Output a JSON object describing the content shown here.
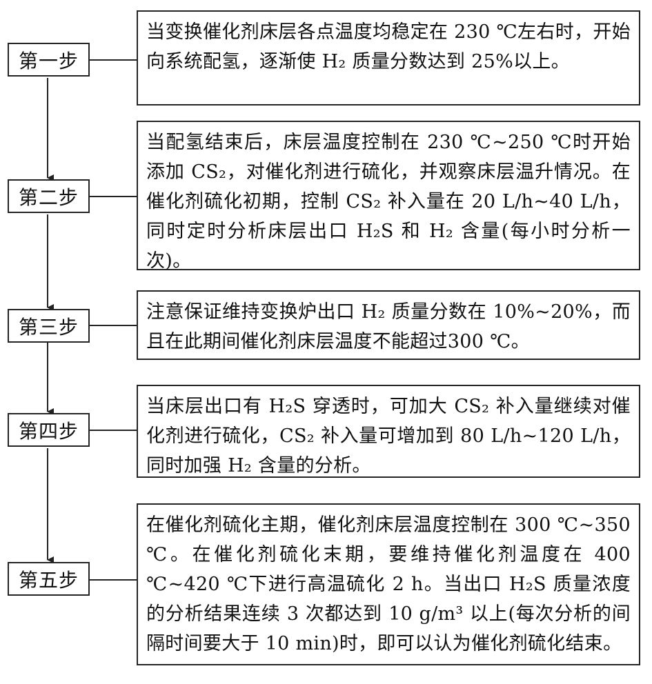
{
  "steps": [
    {
      "label": "第一步",
      "text": "当变换催化剂床层各点温度均稳定在 230 ℃左右时，开始向系统配氢，逐渐使 H₂ 质量分数达到 25%以上。"
    },
    {
      "label": "第二步",
      "text": "当配氢结束后，床层温度控制在 230 ℃~250 ℃时开始添加 CS₂，对催化剂进行硫化，并观察床层温升情况。在催化剂硫化初期，控制 CS₂ 补入量在 20 L/h~40 L/h，同时定时分析床层出口 H₂S 和 H₂ 含量(每小时分析一次)。"
    },
    {
      "label": "第三步",
      "text": "注意保证维持变换炉出口 H₂ 质量分数在 10%~20%，而且在此期间催化剂床层温度不能超过300 ℃。"
    },
    {
      "label": "第四步",
      "text": "当床层出口有 H₂S 穿透时，可加大 CS₂ 补入量继续对催化剂进行硫化，CS₂ 补入量可增加到 80 L/h~120 L/h，同时加强 H₂ 含量的分析。"
    },
    {
      "label": "第五步",
      "text": "在催化剂硫化主期，催化剂床层温度控制在 300 ℃~350 ℃。在催化剂硫化末期，要维持催化剂温度在 400 ℃~420 ℃下进行高温硫化 2 h。当出口 H₂S 质量浓度的分析结果连续 3 次都达到 10 g/m³ 以上(每次分析的间隔时间要大于 10 min)时，即可以认为催化剂硫化结束。"
    }
  ]
}
